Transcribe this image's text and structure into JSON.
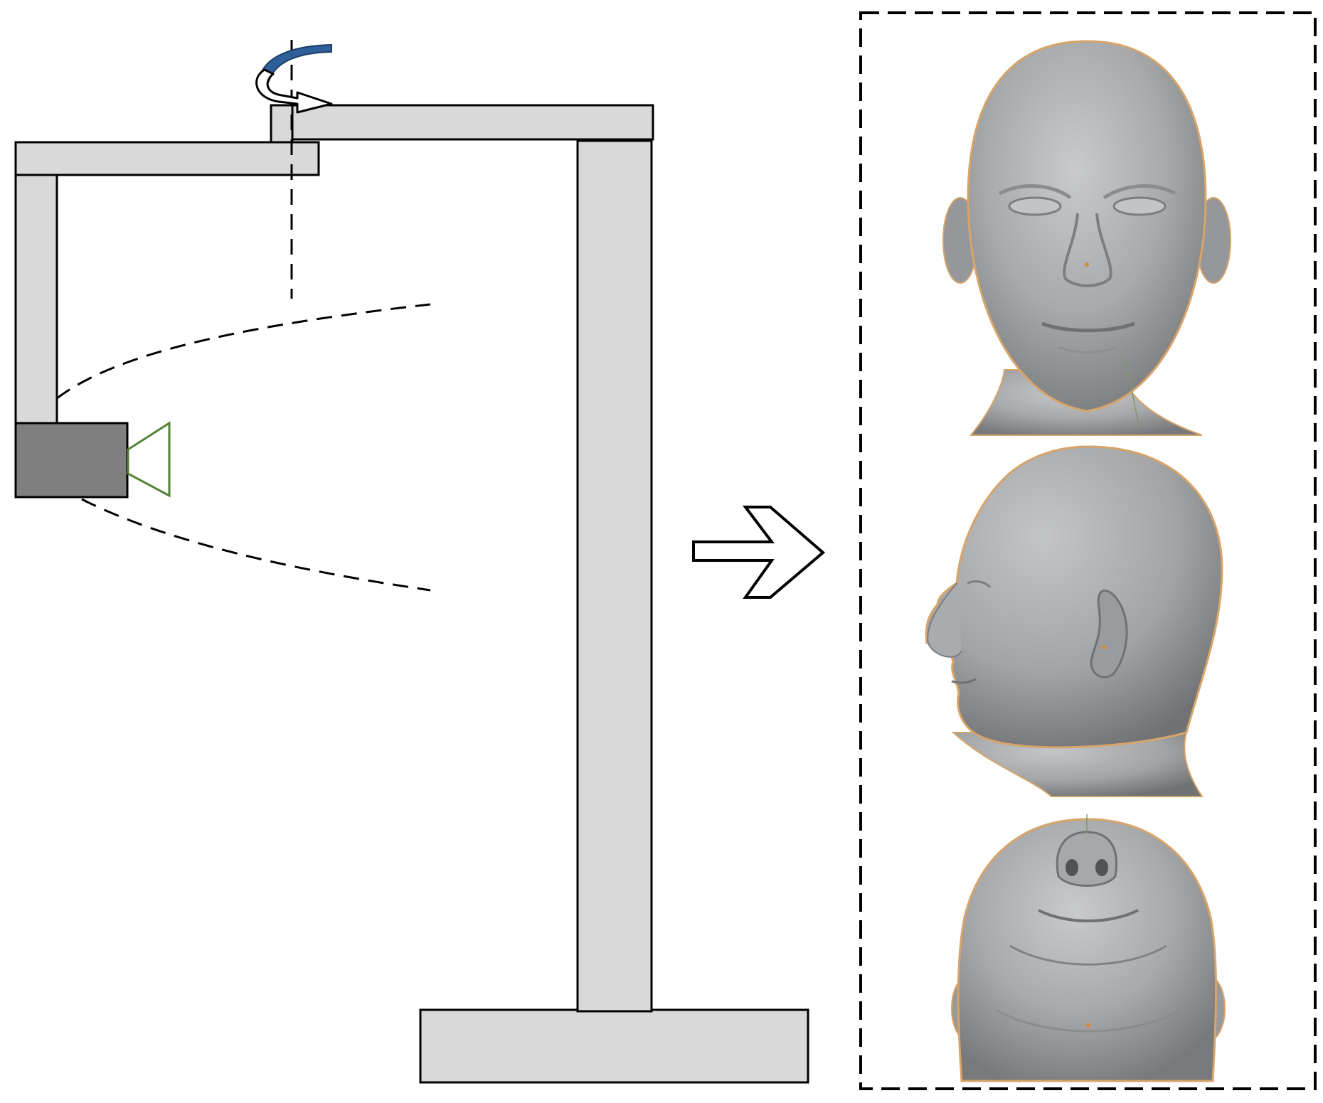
{
  "colors": {
    "structure_fill": "#d9d9d9",
    "structure_stroke": "#000000",
    "camera_body": "#7f7f7f",
    "lens_stroke": "#548235",
    "rotation_arrow": "#2e5f9a",
    "head_skin": "#a7a9ab",
    "head_shadow": "#6f7173",
    "head_rim": "#d7a46a",
    "background": "#ffffff"
  },
  "icons": {
    "rotation": "curved-rotation-arrow-icon",
    "flow": "right-arrow-icon",
    "camera": "camera-icon"
  },
  "views": [
    "front-view",
    "side-view",
    "bottom-view"
  ]
}
